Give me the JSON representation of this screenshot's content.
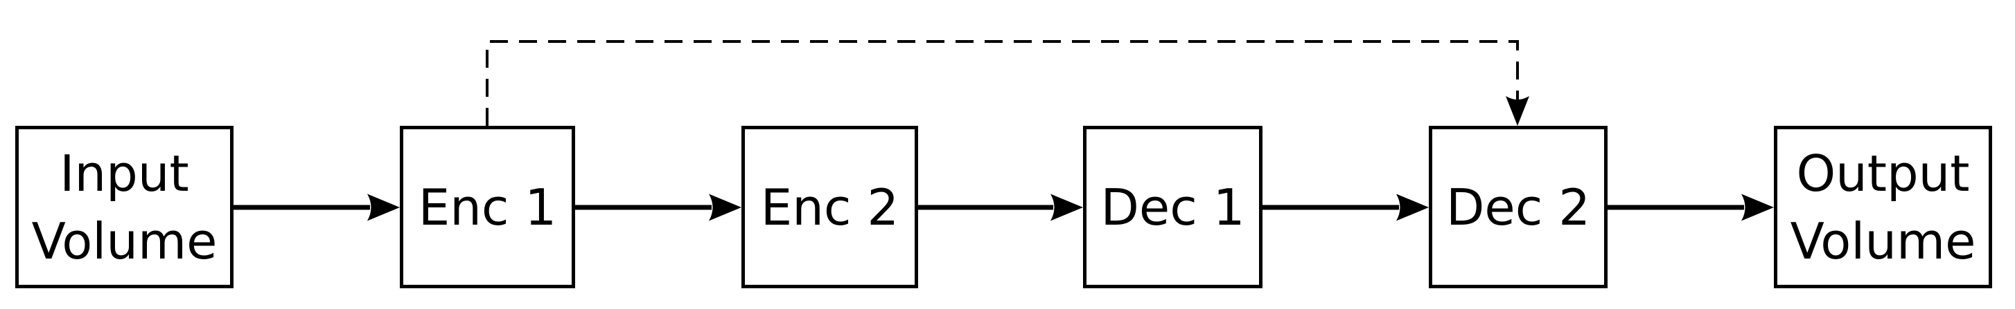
{
  "diagram": {
    "type": "flow-diagram",
    "background_color": "#ffffff",
    "line_color": "#000000",
    "nodes": {
      "input": {
        "line1": "Input",
        "line2": "Volume"
      },
      "enc1": {
        "label": "Enc 1"
      },
      "enc2": {
        "label": "Enc 2"
      },
      "dec1": {
        "label": "Dec 1"
      },
      "dec2": {
        "label": "Dec 2"
      },
      "output": {
        "line1": "Output",
        "line2": "Volume"
      }
    },
    "connections": [
      {
        "from": "Input Volume",
        "to": "Enc 1",
        "style": "solid-arrow"
      },
      {
        "from": "Enc 1",
        "to": "Enc 2",
        "style": "solid-arrow"
      },
      {
        "from": "Enc 2",
        "to": "Dec 1",
        "style": "solid-arrow"
      },
      {
        "from": "Dec 1",
        "to": "Dec 2",
        "style": "solid-arrow"
      },
      {
        "from": "Dec 2",
        "to": "Output Volume",
        "style": "solid-arrow"
      },
      {
        "from": "Enc 1",
        "to": "Dec 2",
        "style": "dashed-skip-arrow"
      }
    ]
  }
}
